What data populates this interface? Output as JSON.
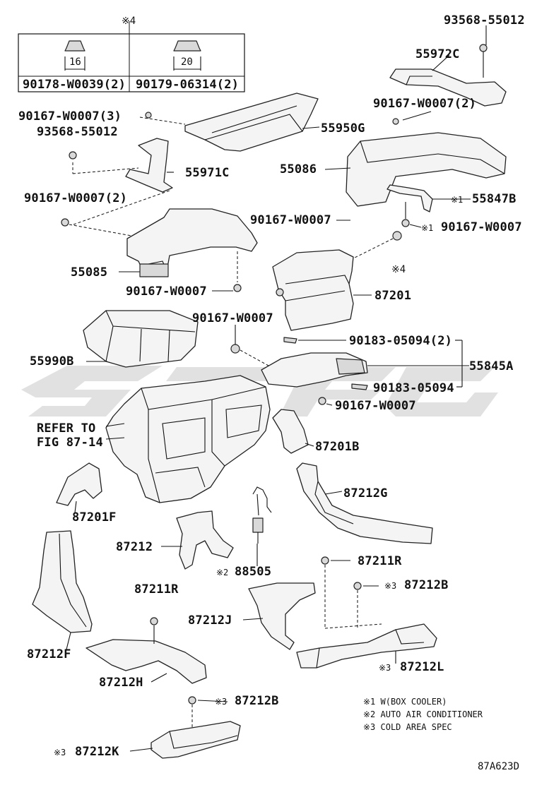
{
  "note_ref_top": "※4",
  "fastener_table": {
    "col1_dim": "16",
    "col2_dim": "20",
    "col1_part": "90178-W0039(2)",
    "col2_part": "90179-06314(2)"
  },
  "labels": {
    "p93568_top": "93568-55012",
    "p55972C": "55972C",
    "p90167_w0007_2_right": "90167-W0007(2)",
    "p90167_w0007_3": "90167-W0007(3)",
    "p93568_left": "93568-55012",
    "p55950G": "55950G",
    "p55086": "55086",
    "p55971C": "55971C",
    "p55847B": "55847B",
    "p55847B_note": "※1",
    "p90167_w0007_2_left": "90167-W0007(2)",
    "p90167_w0007_mid": "90167-W0007",
    "p90167_w0007_note1": "90167-W0007",
    "p90167_w0007_note1_mark": "※1",
    "p55085": "55085",
    "p90167_w0007_below55085": "90167-W0007",
    "note4_mid": "※4",
    "p87201": "87201",
    "p90167_w0007_center": "90167-W0007",
    "p90183_2": "90183-05094(2)",
    "p55990B": "55990B",
    "p55845A": "55845A",
    "p90183_single": "90183-05094",
    "p90167_w0007_low": "90167-W0007",
    "refer_line1": "REFER TO",
    "refer_line2": "FIG 87-14",
    "p87201B": "87201B",
    "p87212G": "87212G",
    "p87201F": "87201F",
    "p87212": "87212",
    "p88505": "88505",
    "p88505_note": "※2",
    "p87211R_right": "87211R",
    "p87212B_right": "87212B",
    "p87212B_right_note": "※3",
    "p87211R_left": "87211R",
    "p87212J": "87212J",
    "p87212F": "87212F",
    "p87212L": "87212L",
    "p87212L_note": "※3",
    "p87212H": "87212H",
    "p87212B_bottom": "87212B",
    "p87212B_bottom_note": "※3",
    "p87212K": "87212K",
    "p87212K_note": "※3"
  },
  "legend": [
    "※1 W(BOX COOLER)",
    "※2 AUTO AIR CONDITIONER",
    "※3 COLD AREA SPEC"
  ],
  "figure_code": "87A623D",
  "colors": {
    "ink": "#111111",
    "watermark": "#c9c9c9",
    "part_fill": "#f4f4f4"
  }
}
